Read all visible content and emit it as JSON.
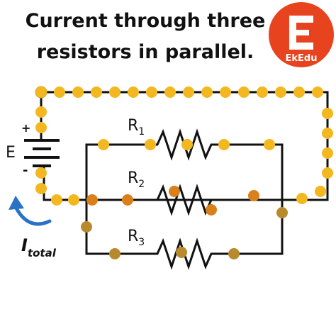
{
  "title": {
    "line1": "Current through three",
    "line2": "resistors in parallel."
  },
  "logo": {
    "text": "EkEdu",
    "icon": "ekedu-logo-icon",
    "bg_color": "#e8431f"
  },
  "circuit": {
    "battery_label": "E",
    "plus_sign": "+",
    "minus_sign": "-",
    "resistors": [
      {
        "base": "R",
        "sub": "1"
      },
      {
        "base": "R",
        "sub": "2"
      },
      {
        "base": "R",
        "sub": "3"
      }
    ],
    "current_label": {
      "base": "I",
      "sub": "total"
    },
    "colors": {
      "wire": "#111111",
      "charge_main": "#f3b81f",
      "charge_r2": "#d9801a",
      "charge_r3": "#b98a2d",
      "arrow": "#2a72c8"
    }
  }
}
